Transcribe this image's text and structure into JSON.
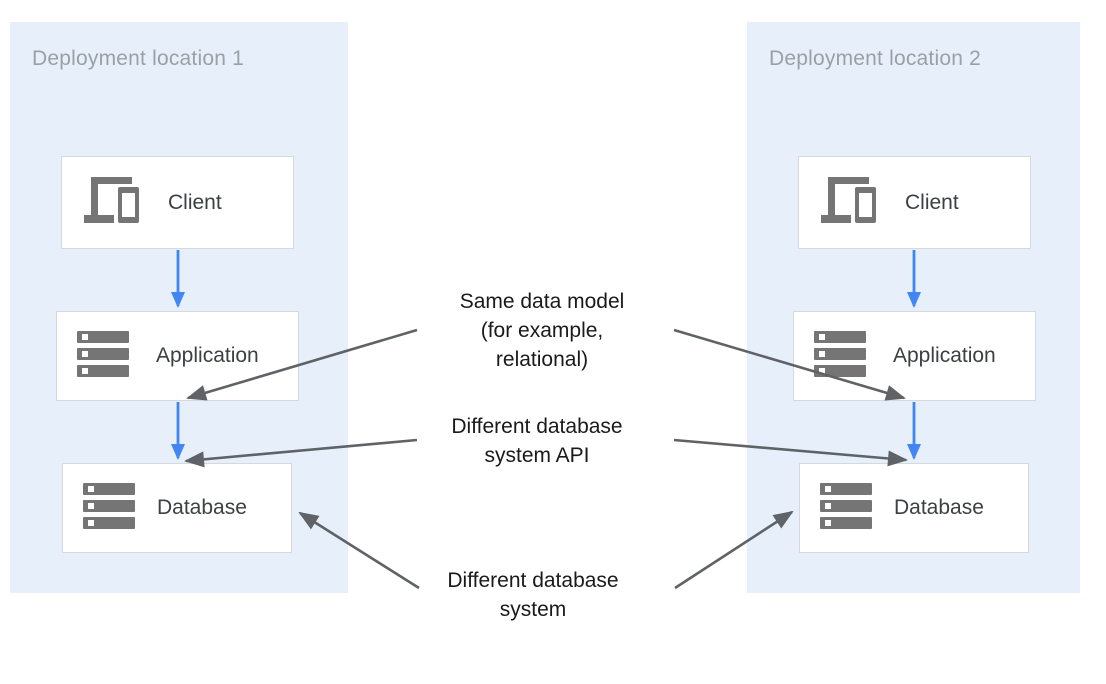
{
  "diagram": {
    "panels": [
      {
        "title": "Deployment location 1",
        "nodes": [
          {
            "label": "Client",
            "icon": "devices-icon"
          },
          {
            "label": "Application",
            "icon": "server-stack-icon"
          },
          {
            "label": "Database",
            "icon": "server-stack-icon"
          }
        ]
      },
      {
        "title": "Deployment location 2",
        "nodes": [
          {
            "label": "Client",
            "icon": "devices-icon"
          },
          {
            "label": "Application",
            "icon": "server-stack-icon"
          },
          {
            "label": "Database",
            "icon": "server-stack-icon"
          }
        ]
      }
    ],
    "annotations": [
      {
        "id": "same-data-model",
        "text": "Same data model\n(for example,\nrelational)"
      },
      {
        "id": "different-db-api",
        "text": "Different database\nsystem API"
      },
      {
        "id": "different-db-system",
        "text": "Different database\nsystem"
      }
    ],
    "edges": {
      "flow_arrows": [
        "location1: Client -> Application",
        "location1: Application -> Database",
        "location2: Client -> Application",
        "location2: Application -> Database"
      ],
      "annotation_arrows": [
        "same-data-model -> location1 Application/Database link",
        "same-data-model -> location2 Application/Database link",
        "different-db-api -> location1 Database top",
        "different-db-api -> location2 Database top",
        "different-db-system -> location1 Database",
        "different-db-system -> location2 Database"
      ]
    },
    "colors": {
      "panel_background": "#E7F0FA",
      "box_background": "#FFFFFF",
      "box_border": "#D6D9DC",
      "flow_arrow_blue": "#4285F4",
      "annotation_arrow_gray": "#5F6368",
      "icon_gray": "#757575",
      "panel_title_gray": "#9AA0A6",
      "node_label": "#3C4043",
      "annotation_text": "#1A1A1A"
    }
  }
}
